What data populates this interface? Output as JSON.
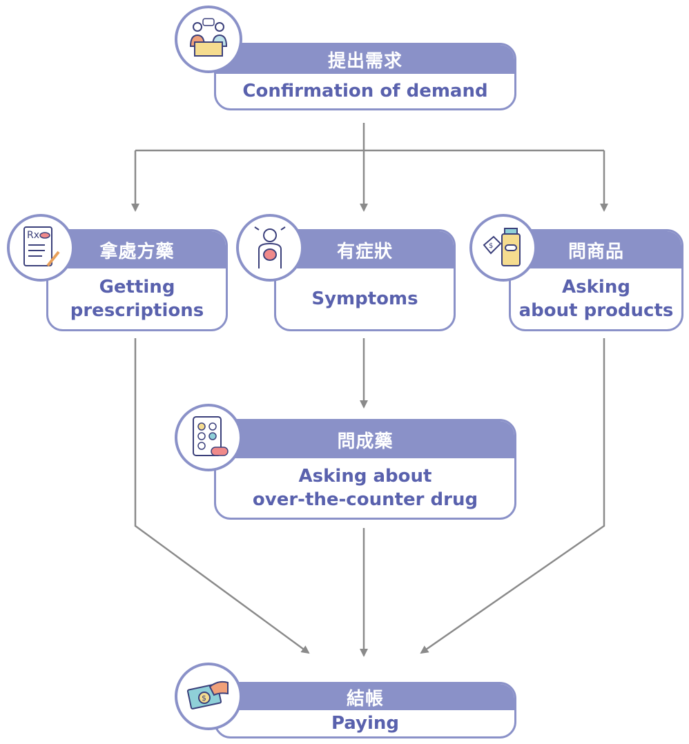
{
  "colors": {
    "accent": "#8a91c8",
    "text": "#5961ad",
    "arrow": "#8a8a8a"
  },
  "nodes": {
    "demand": {
      "zh": "提出需求",
      "en": "Confirmation of demand",
      "icon": "consultation-icon"
    },
    "prescription": {
      "zh": "拿處方藥",
      "en": "Getting\nprescriptions",
      "icon": "prescription-icon"
    },
    "symptoms": {
      "zh": "有症狀",
      "en": "Symptoms",
      "icon": "stomach-pain-icon"
    },
    "products": {
      "zh": "問商品",
      "en": "Asking\nabout products",
      "icon": "medicine-bottle-price-tag-icon"
    },
    "otc": {
      "zh": "問成藥",
      "en": "Asking about\nover-the-counter drug",
      "icon": "pill-blister-pack-icon"
    },
    "paying": {
      "zh": "結帳",
      "en": "Paying",
      "icon": "money-payment-icon"
    }
  }
}
